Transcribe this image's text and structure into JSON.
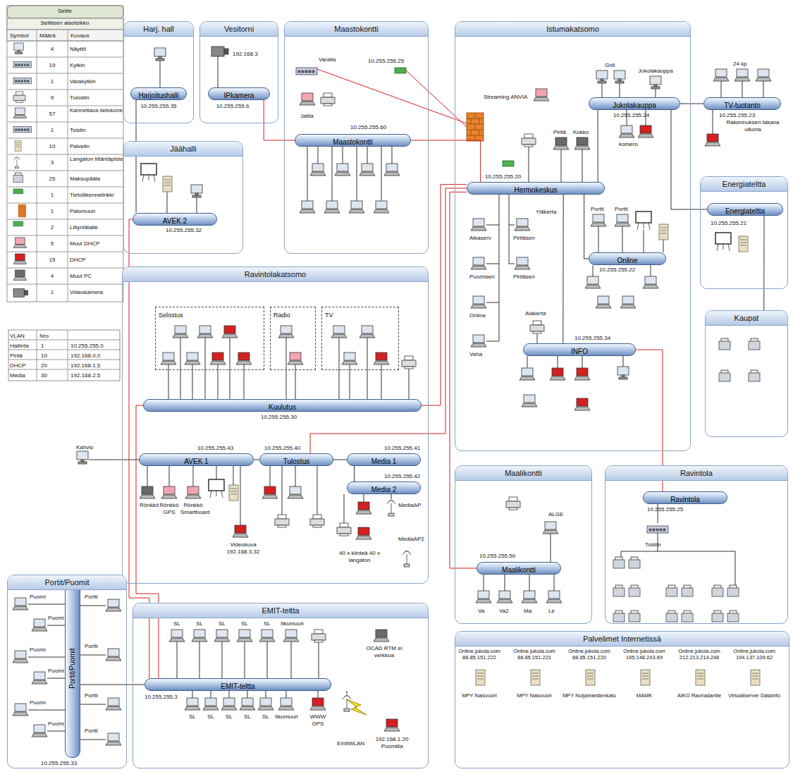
{
  "diagram": {
    "nodes": [
      {
        "text": [
          "Harj. hall"
        ]
      },
      {
        "text": [
          "Vesitorni"
        ]
      },
      {
        "text": [
          "Maastokontti"
        ]
      },
      {
        "text": [
          "Istumakatsomo"
        ]
      },
      {
        "text": [
          "Jäähalli"
        ]
      },
      {
        "text": [
          "Ravintolakatsomo"
        ]
      },
      {
        "text": [
          "Energiateltta"
        ]
      },
      {
        "text": [
          "Kaupat"
        ]
      },
      {
        "text": [
          "Maalikontti"
        ]
      },
      {
        "text": [
          "Ravintola"
        ]
      },
      {
        "text": [
          "Portit/Puomit"
        ]
      },
      {
        "text": [
          "EMIT-teltta"
        ]
      },
      {
        "text": [
          "Palvelimet Internetissä"
        ]
      },
      {
        "text": [
          "Harjoitushalli"
        ],
        "in": 0
      },
      {
        "text": [
          "IPkamera"
        ],
        "in": 1
      },
      {
        "text": [
          "Maastokontti"
        ],
        "in": 2
      },
      {
        "text": [
          "Hermokeskus"
        ],
        "in": 3
      },
      {
        "text": [
          "Jukolakauppa"
        ],
        "in": 3
      },
      {
        "text": [
          "TV-tuotanto"
        ]
      },
      {
        "text": [
          "Online"
        ],
        "in": 3
      },
      {
        "text": [
          "INFO"
        ],
        "in": 3
      },
      {
        "text": [
          "Energiateltta"
        ],
        "in": 6
      },
      {
        "text": [
          "AVEK 2"
        ],
        "in": 4
      },
      {
        "text": [
          "Kuulutus"
        ],
        "in": 5
      },
      {
        "text": [
          "AVEK 1"
        ],
        "in": 5
      },
      {
        "text": [
          "Tulostus"
        ],
        "in": 5
      },
      {
        "text": [
          "Media 1"
        ],
        "in": 5
      },
      {
        "text": [
          "Media 2"
        ],
        "in": 5
      },
      {
        "text": [
          "Maalikontti"
        ],
        "in": 8
      },
      {
        "text": [
          "Ravintola"
        ],
        "in": 9
      },
      {
        "text": [
          "EMIT-teltta"
        ],
        "in": 11
      },
      {
        "text": [
          "Portit/Puomit"
        ],
        "in": 10
      },
      {
        "text": [
          "Selostus"
        ],
        "in": 5
      },
      {
        "text": [
          "Radio"
        ],
        "in": 5
      },
      {
        "text": [
          "TV"
        ],
        "in": 5
      }
    ],
    "edges": [
      {
        "from": 13,
        "to": 22,
        "arrow": "none"
      },
      {
        "from": 14,
        "to": 15,
        "arrow": "none"
      },
      {
        "from": 15,
        "to": 16,
        "arrow": "none"
      },
      {
        "from": 16,
        "to": 17,
        "arrow": "none"
      },
      {
        "from": 17,
        "to": 18,
        "arrow": "none"
      },
      {
        "from": 17,
        "to": 21,
        "arrow": "none"
      },
      {
        "from": 16,
        "to": 19,
        "arrow": "none"
      },
      {
        "from": 16,
        "to": 20,
        "arrow": "none"
      },
      {
        "from": 20,
        "to": 29,
        "arrow": "none"
      },
      {
        "from": 21,
        "to": 7,
        "arrow": "none"
      },
      {
        "from": 16,
        "to": 23,
        "arrow": "none"
      },
      {
        "from": 16,
        "to": 25,
        "arrow": "none"
      },
      {
        "from": 16,
        "to": 28,
        "arrow": "none"
      },
      {
        "from": 22,
        "to": 30,
        "arrow": "none"
      },
      {
        "from": 23,
        "to": 30,
        "arrow": "none"
      },
      {
        "from": 24,
        "to": 25,
        "arrow": "none"
      },
      {
        "from": 25,
        "to": 26,
        "arrow": "none"
      },
      {
        "from": 26,
        "to": 27,
        "arrow": "none"
      },
      {
        "from": 31,
        "to": 30,
        "arrow": "none"
      }
    ],
    "labels": [
      "Selite",
      "Selitteen alaotsikko",
      "Symbol",
      "Määrä",
      "Kuvaus",
      "4",
      "19",
      "1",
      "9",
      "57",
      "1",
      "10",
      "3",
      "25",
      "1",
      "1",
      "2",
      "5",
      "15",
      "4",
      "1",
      "VLAN",
      "Nro",
      "Hallinta",
      "1",
      "10.255.255.0",
      "Pirilä",
      "10",
      "192.168.0.0",
      "DHCP",
      "20",
      "192.168.1.5",
      "Media",
      "30",
      "192.168.2.5",
      "10.255.255.35",
      "192.168.3",
      "10.255.255.6",
      "Varalla",
      "10.255.255.25",
      "Jatila",
      "10.255.255.60",
      "Streaming ANVIA",
      "Grill",
      "Jukolakauppa",
      "24 kp",
      "10.255.255.24",
      "10.255.255.23",
      "Rakennuksen takana ulkona",
      "komero",
      "Pirilä",
      "Kokko",
      "10.255.255.20",
      "Yläkerta",
      "Aikaserv",
      "Puomisen",
      "Online",
      "Veha",
      "Piriläsen",
      "Piriläsen",
      "Portti",
      "Portti",
      "10.255.255.22",
      "Alakerta",
      "10.255.255.34",
      "10.255.255.21",
      "10.255.255.32",
      "10.255.255.30",
      "Kahvio",
      "10.255.255.43",
      "10.255.255.40",
      "10.255.255.41",
      "10.255.255.42",
      "Rönkkö",
      "Rönkkö GPS",
      "Rönkkö Smartboard",
      "Videokuva 192.168.3.32",
      "MediaAP",
      "MediaAP2",
      "40 x kiinteä 40 x langaton",
      "ALGE",
      "10.255.255.50",
      "Va",
      "Va2",
      "Ma",
      "Le",
      "10.255.255.25",
      "Toistin",
      "Puomi",
      "Puomi",
      "Puomi",
      "Puomi",
      "Puomi",
      "Puomi",
      "Portti",
      "Portti",
      "Portti",
      "Portti",
      "10.255.255.33",
      "SL",
      "SL",
      "SL",
      "SL",
      "SL",
      "Itkumuuri",
      "SL",
      "SL",
      "SL",
      "SL",
      "SL",
      "Itkumuuri",
      "WWW GPS",
      "OCAD RTM ei verkkoa",
      "EmitWLAN",
      "192.168.1.20 Puomilla",
      "10.255.255.3",
      "Online.jukola.com 88.85.151.222",
      "MPY Naisvuori",
      "Online.jukola.com 88.85.151.221",
      "MPY Naisvuori",
      "Online.jukola.com 88.85.151.220",
      "MPY Nuijamiestenkatu",
      "Online.jukola.com 195.148.243.69",
      "MAMK",
      "Online.jukola.com 212.213.214.248",
      "AIKO Raviradantie",
      "Online.jukola.com 194.137.109.62",
      "Virtualiserver Datainfo"
    ],
    "legend": [
      {
        "text": "Näyttö"
      },
      {
        "text": "Kytkin"
      },
      {
        "text": "Varakytkin"
      },
      {
        "text": "Tulostin"
      },
      {
        "text": "Kannettava tietokone"
      },
      {
        "text": "Toistin"
      },
      {
        "text": "Palvelin"
      },
      {
        "text": "Langaton liitäntäpiste"
      },
      {
        "text": "Maksupääte"
      },
      {
        "text": "Tietoliikennelinkki"
      },
      {
        "text": "Palomuuri"
      },
      {
        "text": "Liityntälaite"
      },
      {
        "text": "Muut DHCP",
        "color": "#f6c6cc"
      },
      {
        "text": "DHCP"
      },
      {
        "text": "Muut PC",
        "color": "#c4c4c4"
      },
      {
        "text": "Videokamera"
      }
    ]
  }
}
